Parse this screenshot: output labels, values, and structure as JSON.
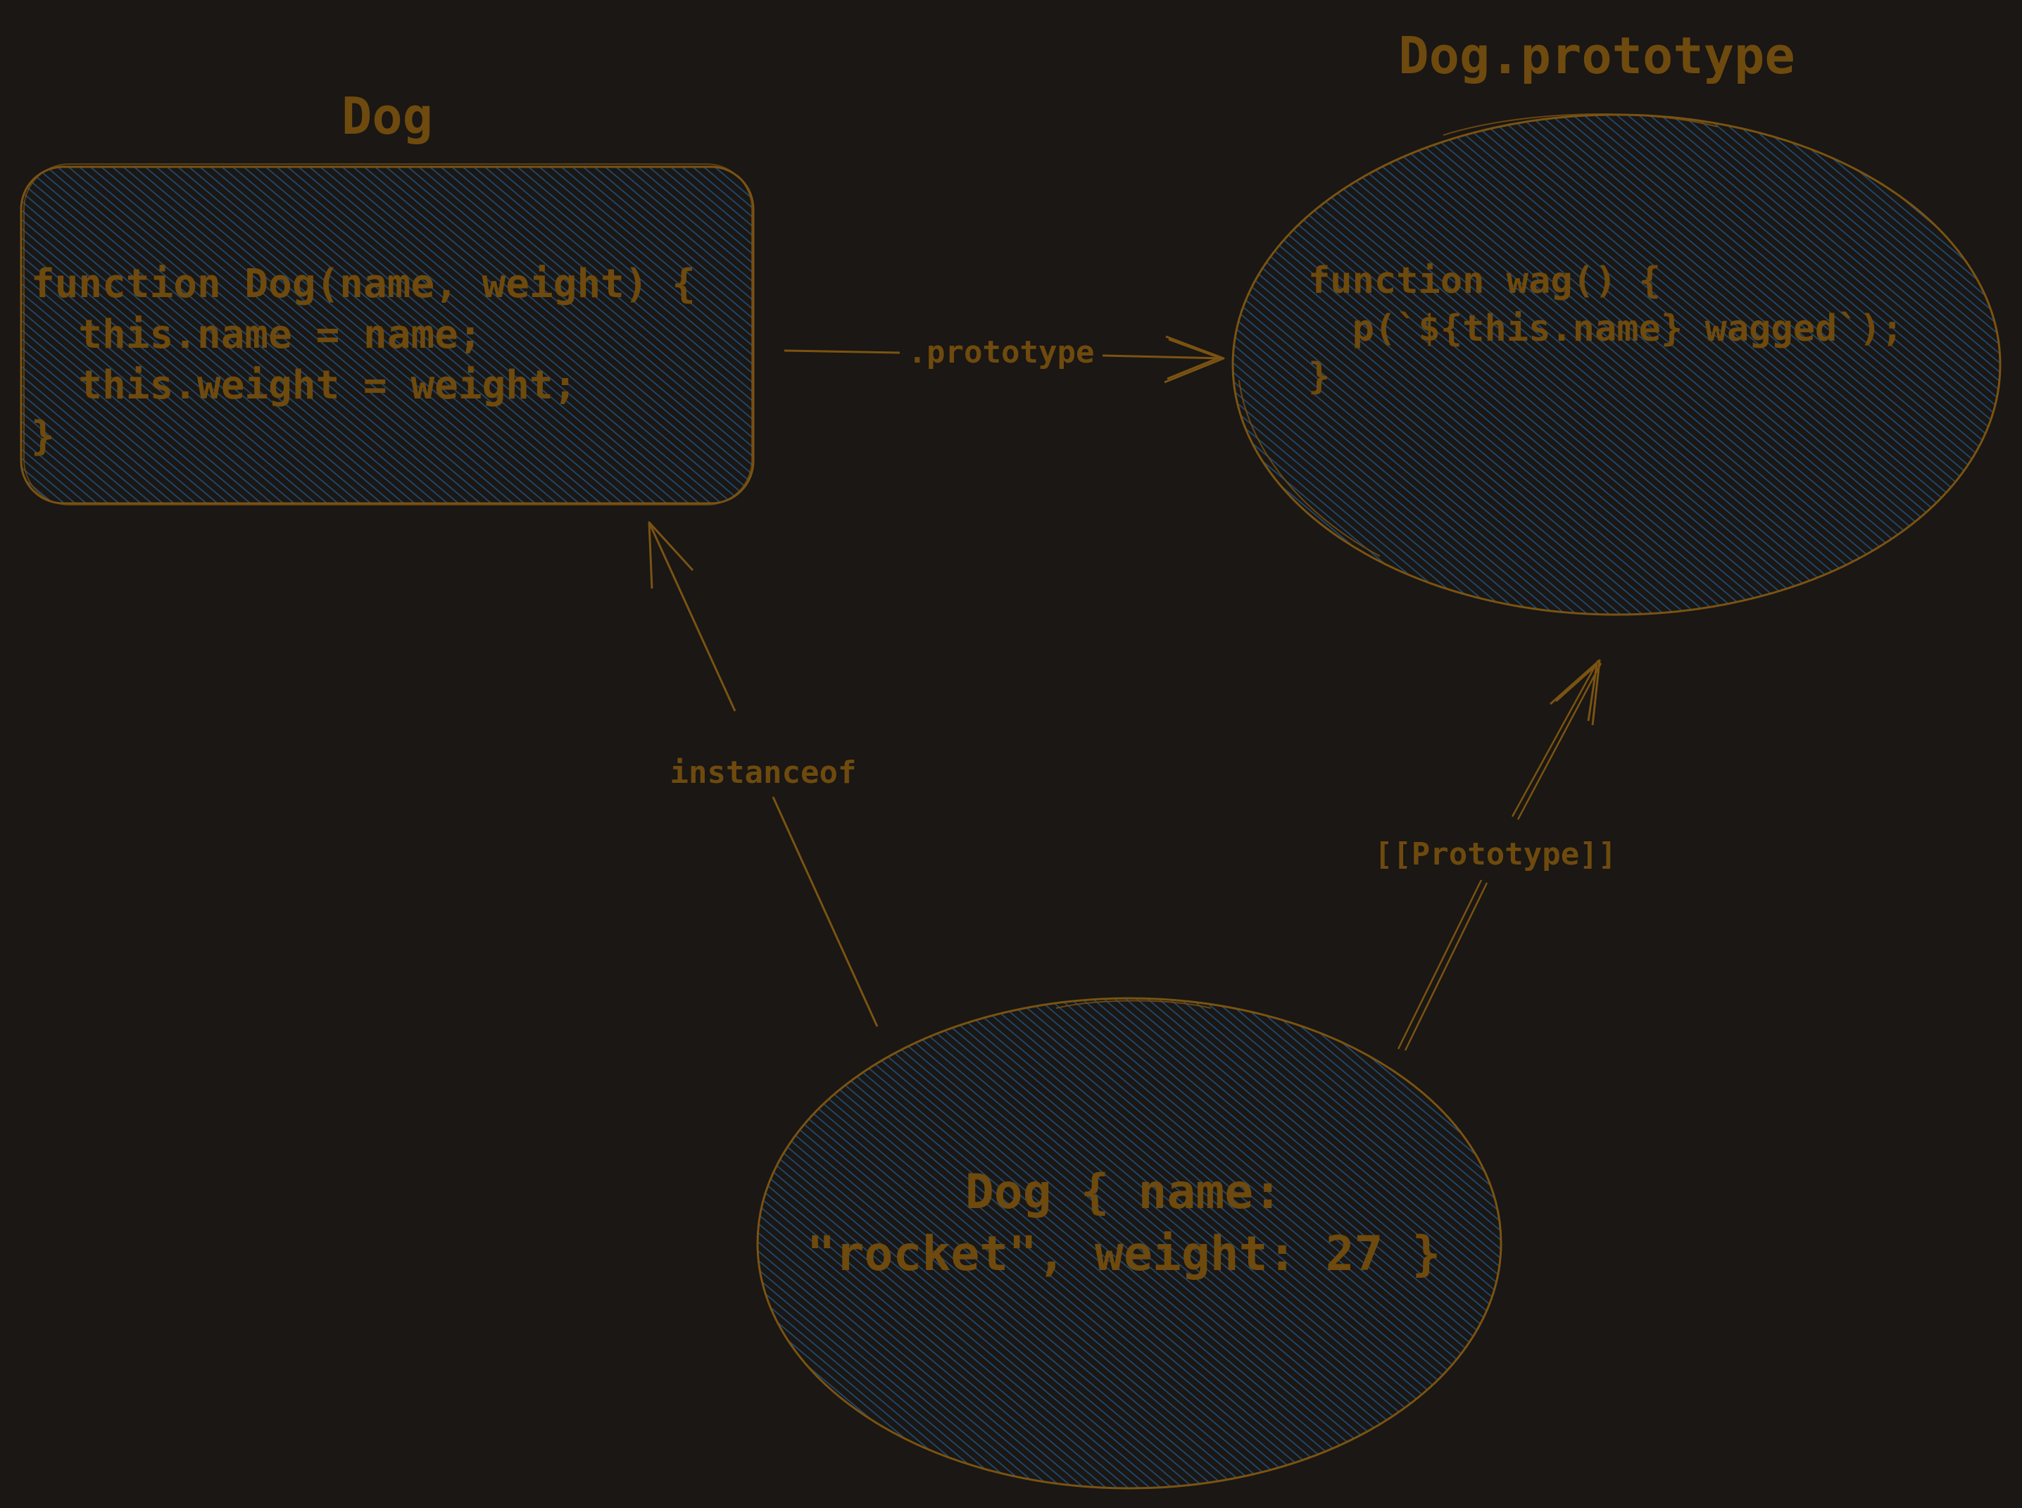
{
  "colors": {
    "background": "#1a1714",
    "stroke": "#7a5312",
    "text": "#6e4a0e",
    "fill_hatch": "#1f4a73"
  },
  "nodes": {
    "dog": {
      "title": "Dog",
      "code": [
        "function Dog(name, weight) {",
        "  this.name = name;",
        "  this.weight = weight;",
        "}"
      ]
    },
    "prototype": {
      "title": "Dog.prototype",
      "code": [
        "function wag() {",
        "  p(`${this.name} wagged`);",
        "}"
      ]
    },
    "instance": {
      "lines": [
        "Dog { name:",
        "\"rocket\", weight: 27 }"
      ]
    }
  },
  "edges": {
    "prototype_link": {
      "label": ".prototype"
    },
    "instanceof_link": {
      "label": "instanceof"
    },
    "proto_link": {
      "label": "[[Prototype]]"
    }
  }
}
